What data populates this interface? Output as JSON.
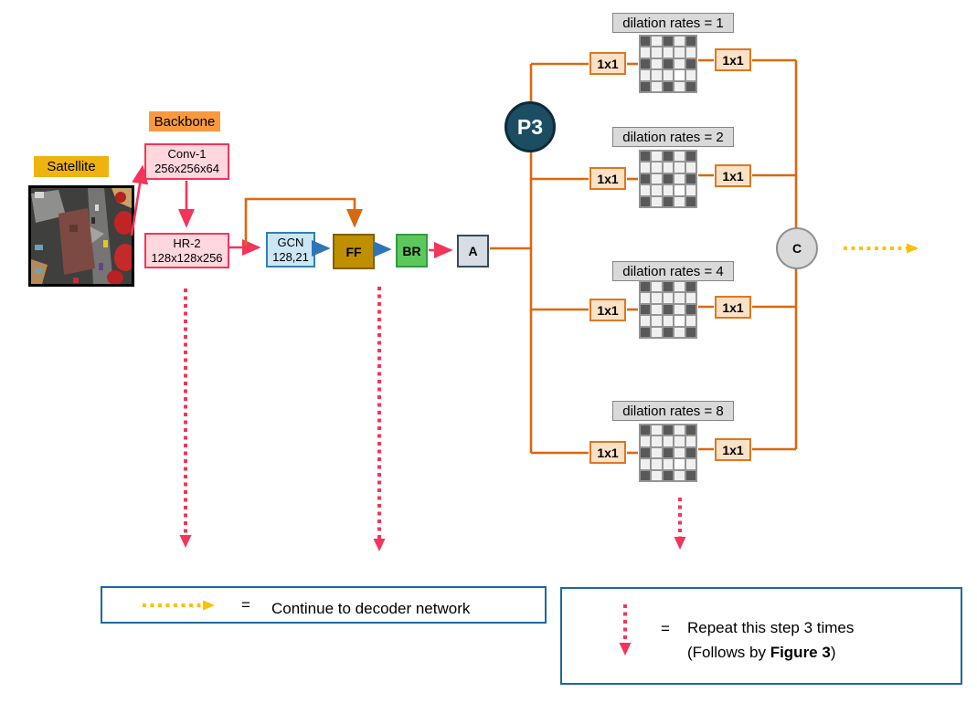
{
  "labels": {
    "satellite": "Satellite",
    "backbone": "Backbone"
  },
  "backbone_blocks": {
    "conv1": {
      "name": "Conv-1",
      "dims": "256x256x64"
    },
    "hr2": {
      "name": "HR-2",
      "dims": "128x128x256"
    }
  },
  "pipeline": {
    "gcn": {
      "name": "GCN",
      "params": "128,21"
    },
    "ff": "FF",
    "br": "BR",
    "a": "A"
  },
  "nodes": {
    "p3": "P3",
    "c": "C"
  },
  "branches": [
    {
      "label": "dilation rates = 1",
      "in_conv": "1x1",
      "out_conv": "1x1"
    },
    {
      "label": "dilation rates = 2",
      "in_conv": "1x1",
      "out_conv": "1x1"
    },
    {
      "label": "dilation rates = 4",
      "in_conv": "1x1",
      "out_conv": "1x1"
    },
    {
      "label": "dilation rates = 8",
      "in_conv": "1x1",
      "out_conv": "1x1"
    }
  ],
  "checker_pattern": [
    "DLDLD",
    "LLLLL",
    "DLDLD",
    "LLLWL",
    "DLDLD"
  ],
  "legend_decoder": {
    "equals": "=",
    "text": "Continue to decoder network"
  },
  "legend_repeat": {
    "equals": "=",
    "line1": "Repeat this step 3 times",
    "line2_prefix": "(Follows by ",
    "line2_bold": "Figure 3",
    "line2_suffix": ")"
  },
  "colors": {
    "satellite_label_bg": "#EFB30F",
    "backbone_label_bg": "#F79A3E",
    "pink_box_bg": "#FFD7DD",
    "crimson": "#F2355B",
    "gcn_bg": "#CCE7F4",
    "blue_arrow": "#2E75B6",
    "ff_bg": "#BF8F00",
    "br_bg": "#5CC85C",
    "a_bg": "#D7DCE5",
    "p3_bg": "#1C4E63",
    "orange_line": "#D9690F",
    "conv1x1_bg": "#FBE2C7",
    "dilation_label_bg": "#D9D9D9",
    "checker_dark": "#595959",
    "checker_light": "#F0F0F0",
    "c_node_bg": "#DADADA",
    "yellow_arrow": "#FFC000",
    "legend_border": "#1A6A9E"
  }
}
